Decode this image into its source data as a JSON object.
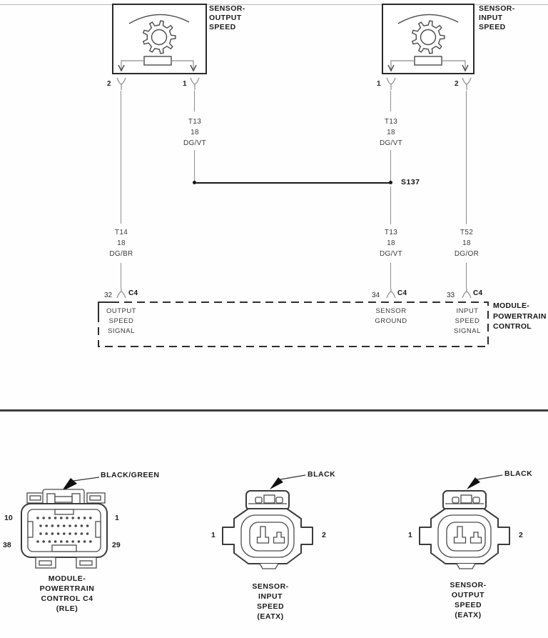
{
  "page": {
    "background": "#fefefe",
    "ink": "#1c1c1c",
    "wire_line": "#8d8d8d"
  },
  "schematic": {
    "sensor_left": {
      "label": [
        "SENSOR-",
        "OUTPUT",
        "SPEED"
      ],
      "pin_left": "2",
      "pin_right": "1"
    },
    "sensor_right": {
      "label": [
        "SENSOR-",
        "INPUT",
        "SPEED"
      ],
      "pin_left": "1",
      "pin_right": "2"
    },
    "wire_labels": [
      {
        "circuit": "T13",
        "gauge": "18",
        "color": "DG/VT"
      },
      {
        "circuit": "T13",
        "gauge": "18",
        "color": "DG/VT"
      },
      {
        "circuit": "T14",
        "gauge": "18",
        "color": "DG/BR"
      },
      {
        "circuit": "T13",
        "gauge": "18",
        "color": "DG/VT"
      },
      {
        "circuit": "T52",
        "gauge": "18",
        "color": "DG/OR"
      }
    ],
    "splice_label": "S137",
    "module": {
      "label": [
        "MODULE-",
        "POWERTRAIN",
        "CONTROL"
      ],
      "pins": [
        {
          "number": "32",
          "connector": "C4",
          "function": [
            "OUTPUT",
            "SPEED",
            "SIGNAL"
          ]
        },
        {
          "number": "34",
          "connector": "C4",
          "function": [
            "SENSOR",
            "GROUND"
          ]
        },
        {
          "number": "33",
          "connector": "C4",
          "function": [
            "INPUT",
            "SPEED",
            "SIGNAL"
          ]
        }
      ]
    }
  },
  "connector_views": [
    {
      "wire_color": "BLACK/GREEN",
      "pin_labels": [
        "10",
        "1",
        "38",
        "29"
      ],
      "caption": [
        "MODULE-",
        "POWERTRAIN",
        "CONTROL C4",
        "(RLE)"
      ]
    },
    {
      "wire_color": "BLACK",
      "pin_labels": [
        "1",
        "2"
      ],
      "caption": [
        "SENSOR-",
        "INPUT",
        "SPEED",
        "(EATX)"
      ]
    },
    {
      "wire_color": "BLACK",
      "pin_labels": [
        "1",
        "2"
      ],
      "caption": [
        "SENSOR-",
        "OUTPUT",
        "SPEED",
        "(EATX)"
      ]
    }
  ]
}
